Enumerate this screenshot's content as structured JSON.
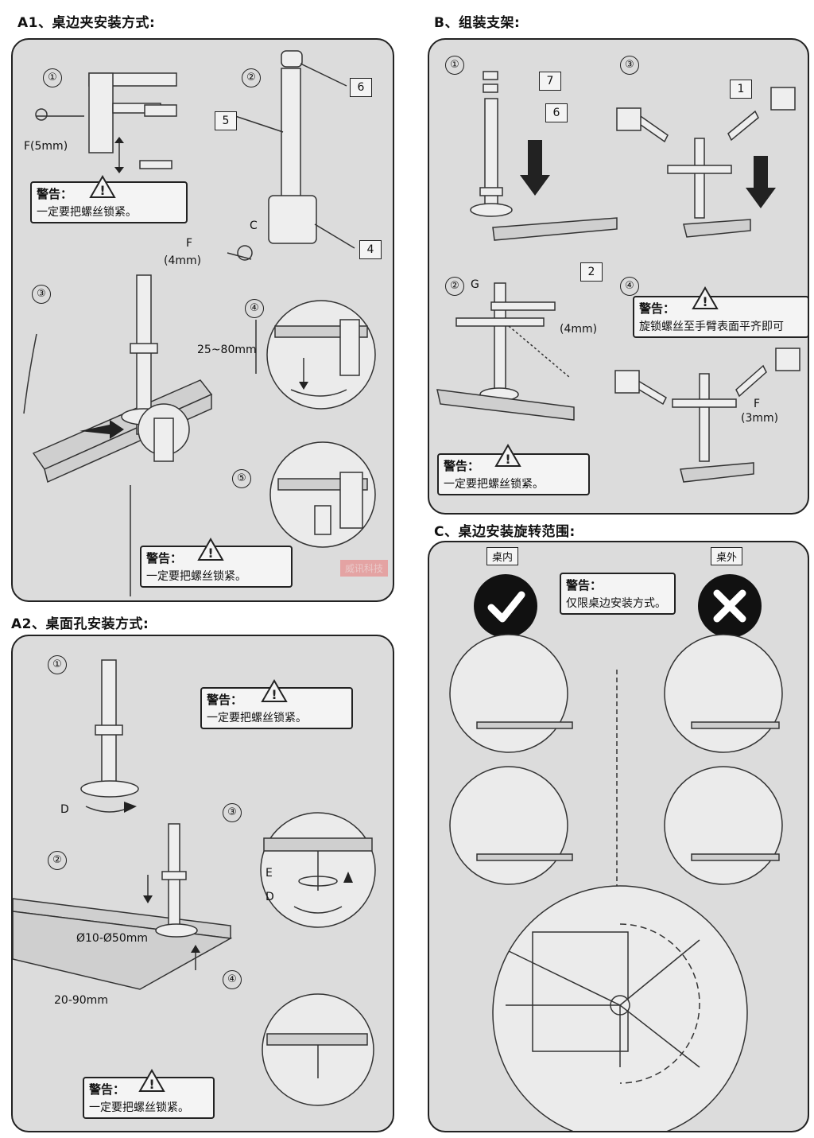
{
  "sections": {
    "a1": "A1、桌边夹安装方式:",
    "b": "B、组装支架:",
    "c": "C、桌边安装旋转范围:",
    "a2": "A2、桌面孔安装方式:"
  },
  "warning": {
    "title": "警告：",
    "tighten": "一定要把螺丝锁紧。",
    "flush": "旋锁螺丝至手臂表面平齐即可",
    "edge_only": "仅限桌边安装方式。"
  },
  "steps": [
    "①",
    "②",
    "③",
    "④",
    "⑤"
  ],
  "a1": {
    "f5": "F(5mm)",
    "f": "F",
    "f4": "(4mm)",
    "c": "C",
    "range": "25~80mm",
    "part5": "5",
    "part6": "6",
    "part4": "4"
  },
  "a2": {
    "d": "D",
    "e": "E",
    "d2": "D",
    "hole": "Ø10-Ø50mm",
    "thick": "20-90mm"
  },
  "b": {
    "part7": "7",
    "part6": "6",
    "part1": "1",
    "part2": "2",
    "g": "G",
    "mm4": "(4mm)",
    "f": "F",
    "mm3": "(3mm)"
  },
  "c": {
    "inside": "桌内",
    "outside": "桌外"
  },
  "watermark": "威讯科技"
}
